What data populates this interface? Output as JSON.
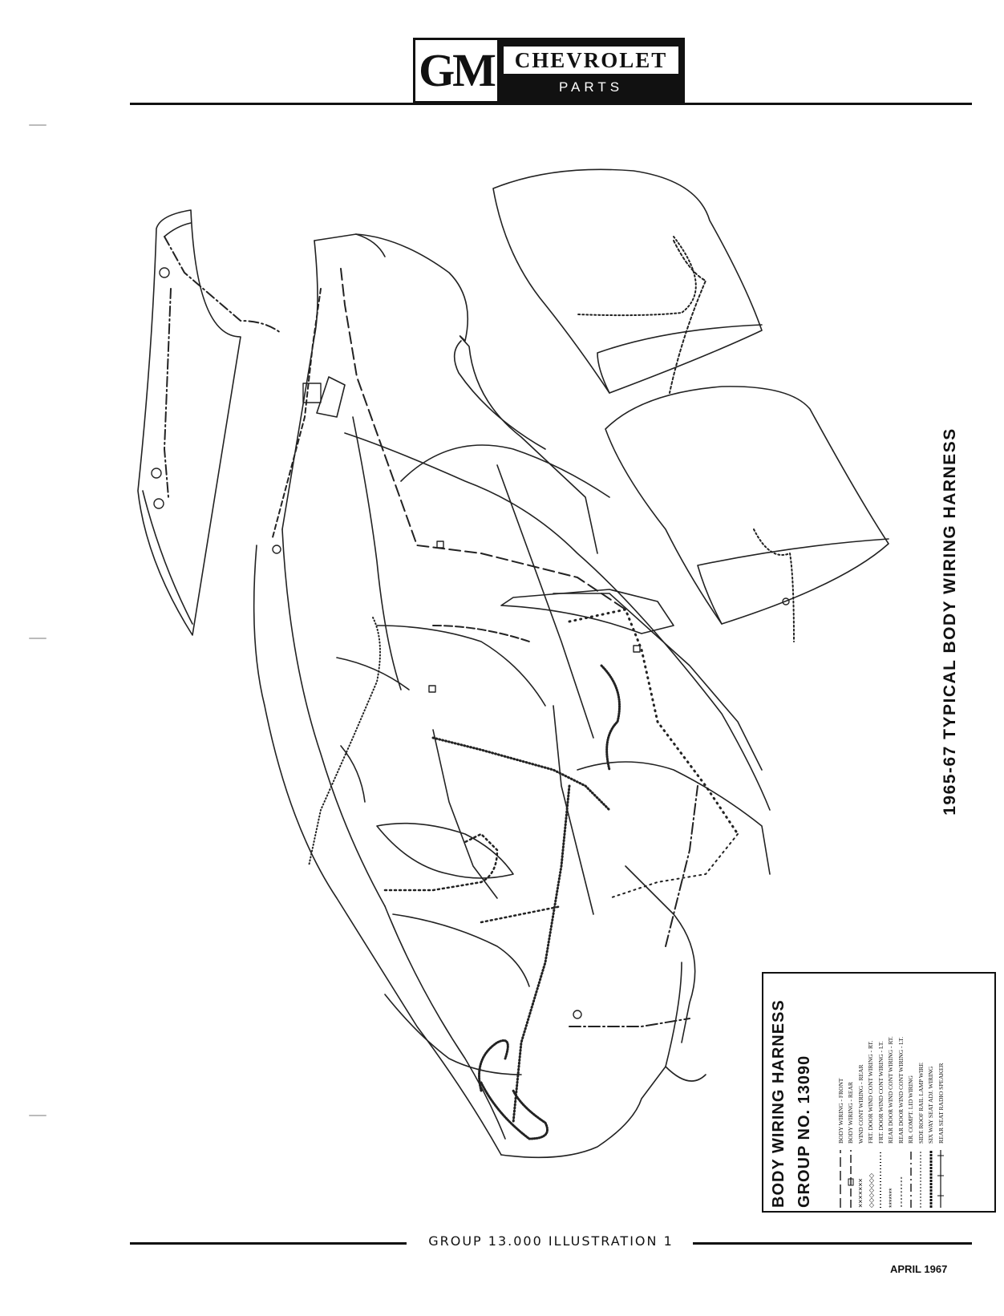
{
  "header": {
    "logo_gm": "GM",
    "logo_make": "CHEVROLET",
    "logo_subtitle": "PARTS CATALOGUE"
  },
  "illustration": {
    "vertical_title": "1965-67 TYPICAL BODY WIRING HARNESS"
  },
  "legend": {
    "title": "BODY WIRING HARNESS",
    "group": "GROUP NO. 13090",
    "items": [
      {
        "label": "BODY WIRING - FRONT",
        "pattern": "long-dash"
      },
      {
        "label": "BODY WIRING - REAR",
        "pattern": "dash-box"
      },
      {
        "label": "WIND CONT WIRING - REAR",
        "pattern": "cross"
      },
      {
        "label": "FRT. DOOR WIND CONT WIRING - RT.",
        "pattern": "diamond"
      },
      {
        "label": "FRT. DOOR WIND CONT WIRING - LT.",
        "pattern": "dots"
      },
      {
        "label": "REAR DOOR WIND CONT WIRING - RT.",
        "pattern": "star"
      },
      {
        "label": "REAR DOOR WIND CONT WIRING - LT.",
        "pattern": "circles"
      },
      {
        "label": "RR. COMPT. LID WIRING",
        "pattern": "dash-dot"
      },
      {
        "label": "SIDE ROOF RAIL LAMP WIRE",
        "pattern": "fine"
      },
      {
        "label": "SIX WAY SEAT ADJ. WIRING",
        "pattern": "bold-bead"
      },
      {
        "label": "REAR SEAT RADIO SPEAKER",
        "pattern": "tick"
      }
    ]
  },
  "footer": {
    "caption": "GROUP 13.000   ILLUSTRATION  1",
    "date": "APRIL 1967"
  }
}
